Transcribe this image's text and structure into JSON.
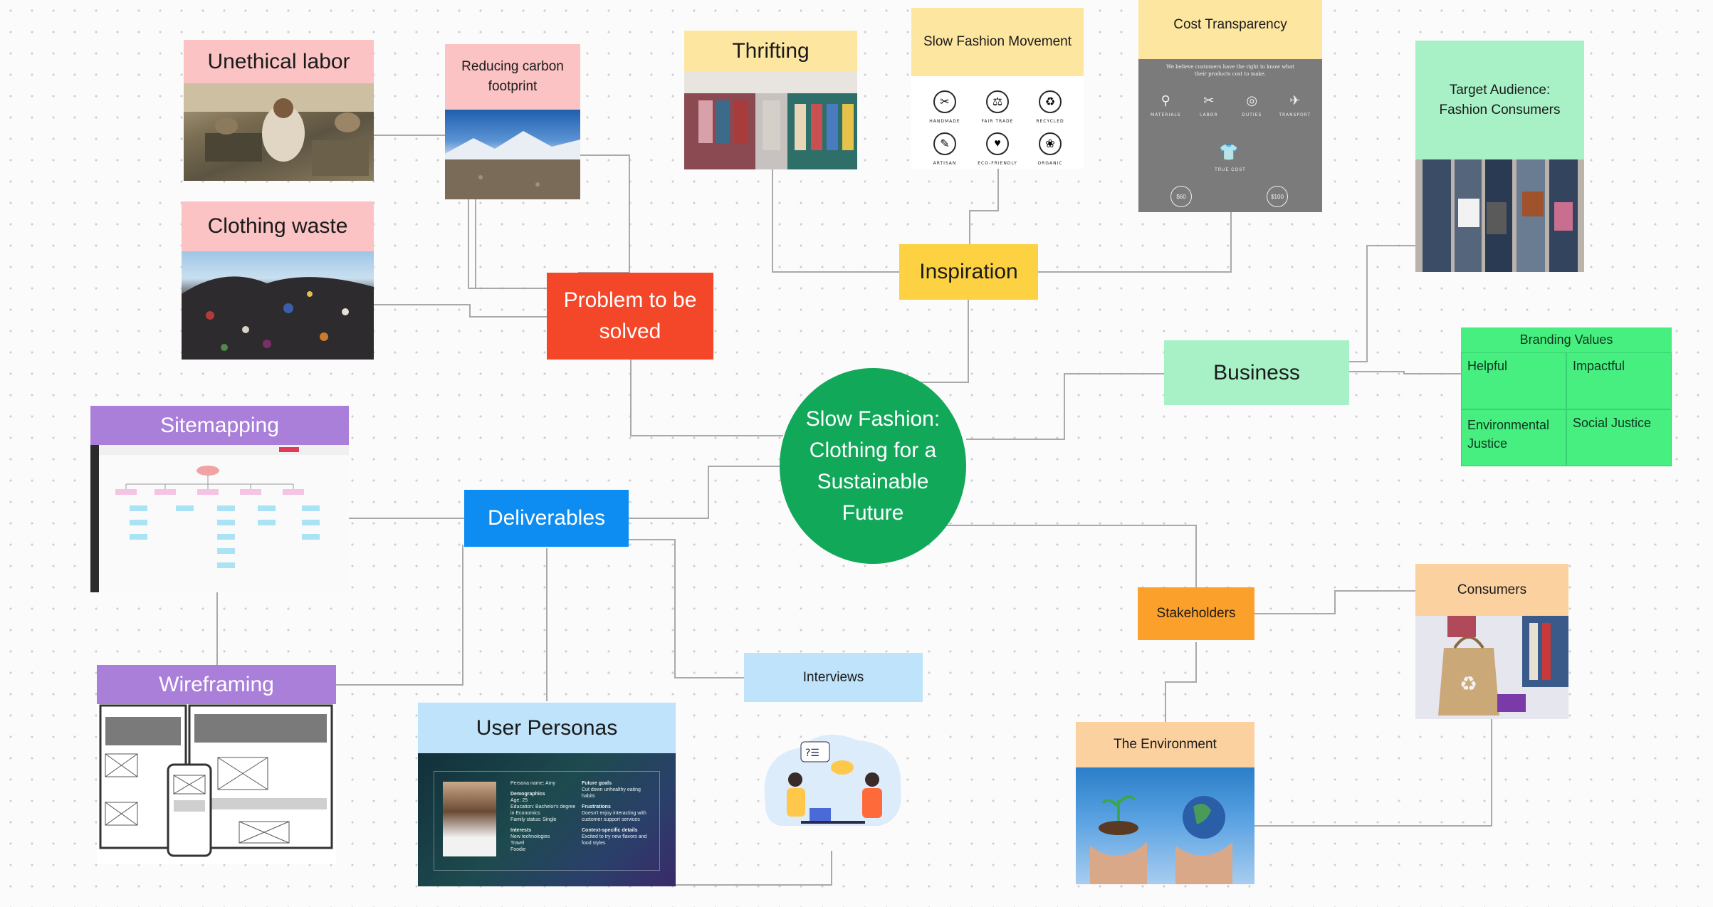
{
  "center": {
    "title": "Slow Fashion: Clothing for a Sustainable Future"
  },
  "problem": {
    "title": "Problem to be solved",
    "unethical_labor": "Unethical labor",
    "clothing_waste": "Clothing waste",
    "reducing_carbon": "Reducing carbon footprint"
  },
  "inspiration": {
    "title": "Inspiration",
    "thrifting": "Thrifting",
    "slow_fashion_movement": "Slow Fashion Movement",
    "cost_transparency": "Cost Transparency",
    "movement_icons": [
      "HANDMADE",
      "FAIR TRADE",
      "RECYCLED",
      "ARTISAN",
      "ECO-FRIENDLY",
      "ORGANIC"
    ],
    "transparency_caption": "We believe customers have the right to know what their products cost to make.",
    "transparency_items": [
      "MATERIALS",
      "LABOR",
      "DUTIES",
      "TRANSPORT"
    ],
    "transparency_amounts": [
      "$60",
      "$100"
    ],
    "true_cost": "TRUE COST"
  },
  "business": {
    "title": "Business",
    "target_audience": "Target Audience: Fashion Consumers",
    "branding_values": {
      "title": "Branding Values",
      "items": [
        "Helpful",
        "Impactful",
        "Environmental Justice",
        "Social Justice"
      ]
    }
  },
  "deliverables": {
    "title": "Deliverables",
    "sitemapping": "Sitemapping",
    "wireframing": "Wireframing",
    "user_personas": "User Personas",
    "interviews": "Interviews",
    "persona_card": {
      "name": "Persona name: Amy",
      "demographics": "Demographics",
      "age": "Age: 25",
      "education": "Education: Bachelor's degree in Economics",
      "family": "Family status: Single",
      "interests_title": "Interests",
      "interests": [
        "New technologies",
        "Travel",
        "Foodie"
      ],
      "goals_title": "Future goals",
      "goals": "Cut down unhealthy eating habits",
      "frustrations_title": "Frustrations",
      "frustrations": "Doesn't enjoy interacting with customer support services",
      "context_title": "Context-specific details",
      "context": "Excited to try new flavors and food styles"
    }
  },
  "stakeholders": {
    "title": "Stakeholders",
    "consumers": "Consumers",
    "environment": "The Environment"
  },
  "colors": {
    "center": "#12a85a",
    "problem": "#f4472a",
    "inspiration": "#fcd142",
    "business": "#a8f1c6",
    "branding": "#46ef7f",
    "deliverables": "#0d8df2",
    "sitemapping": "#a97fd9",
    "persona_header": "#bfe3fb",
    "pink_header": "#fbc3c3",
    "yellow_header": "#fde6a0",
    "stakeholders": "#fba02a",
    "orange_header": "#fbd1a0"
  }
}
